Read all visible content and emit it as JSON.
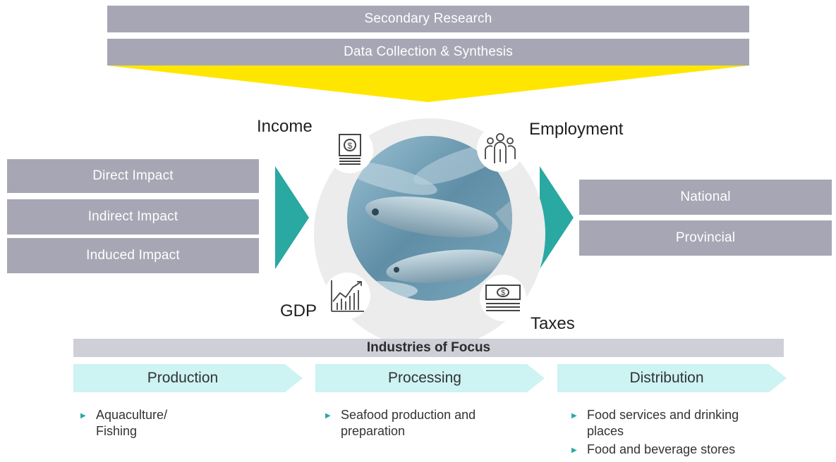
{
  "top": {
    "secondary_research": "Secondary Research",
    "data_collection": "Data Collection & Synthesis"
  },
  "impacts": [
    "Direct Impact",
    "Indirect Impact",
    "Induced Impact"
  ],
  "levels": [
    "National",
    "Provincial"
  ],
  "metrics": {
    "income": "Income",
    "employment": "Employment",
    "gdp": "GDP",
    "taxes": "Taxes"
  },
  "industries": {
    "heading": "Industries of Focus",
    "stages": [
      {
        "label": "Production",
        "bullets": [
          "Aquaculture/\nFishing"
        ]
      },
      {
        "label": "Processing",
        "bullets": [
          "Seafood production and\npreparation"
        ]
      },
      {
        "label": "Distribution",
        "bullets": [
          "Food services and drinking\nplaces",
          "Food and beverage stores"
        ]
      }
    ]
  },
  "colors": {
    "gray_bar": "#a7a6b4",
    "yellow": "#ffe600",
    "teal": "#2aa8a2",
    "chevron": "#cdf3f3",
    "focus_bar": "#cfcfd8"
  },
  "icons": [
    "money-bill-icon",
    "people-group-icon",
    "growth-chart-icon",
    "cash-stack-icon"
  ]
}
